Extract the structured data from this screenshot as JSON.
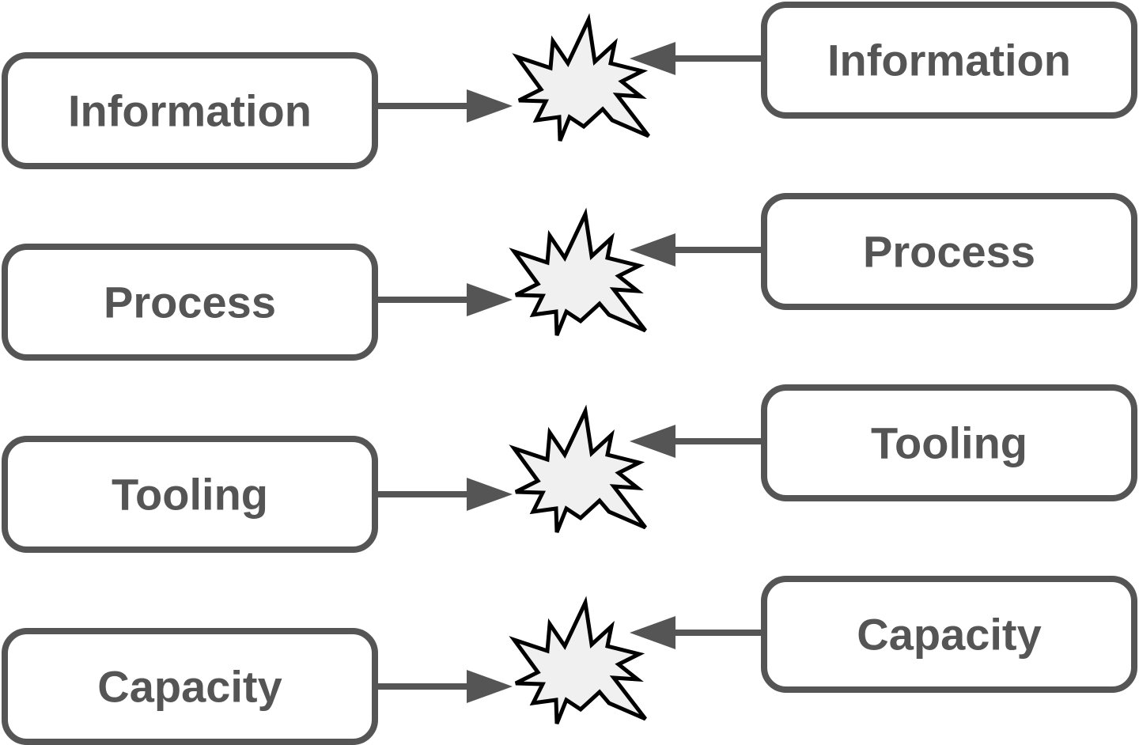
{
  "rows": [
    {
      "left_label": "Information",
      "right_label": "Information",
      "collision_icon": "explosion-burst-icon"
    },
    {
      "left_label": "Process",
      "right_label": "Process",
      "collision_icon": "explosion-burst-icon"
    },
    {
      "left_label": "Tooling",
      "right_label": "Tooling",
      "collision_icon": "explosion-burst-icon"
    },
    {
      "left_label": "Capacity",
      "right_label": "Capacity",
      "collision_icon": "explosion-burst-icon"
    }
  ],
  "colors": {
    "box_stroke": "#555555",
    "label_text": "#555555",
    "arrow": "#555555",
    "burst_fill": "#f0f0f0",
    "burst_stroke": "#000000",
    "background": "#ffffff"
  }
}
